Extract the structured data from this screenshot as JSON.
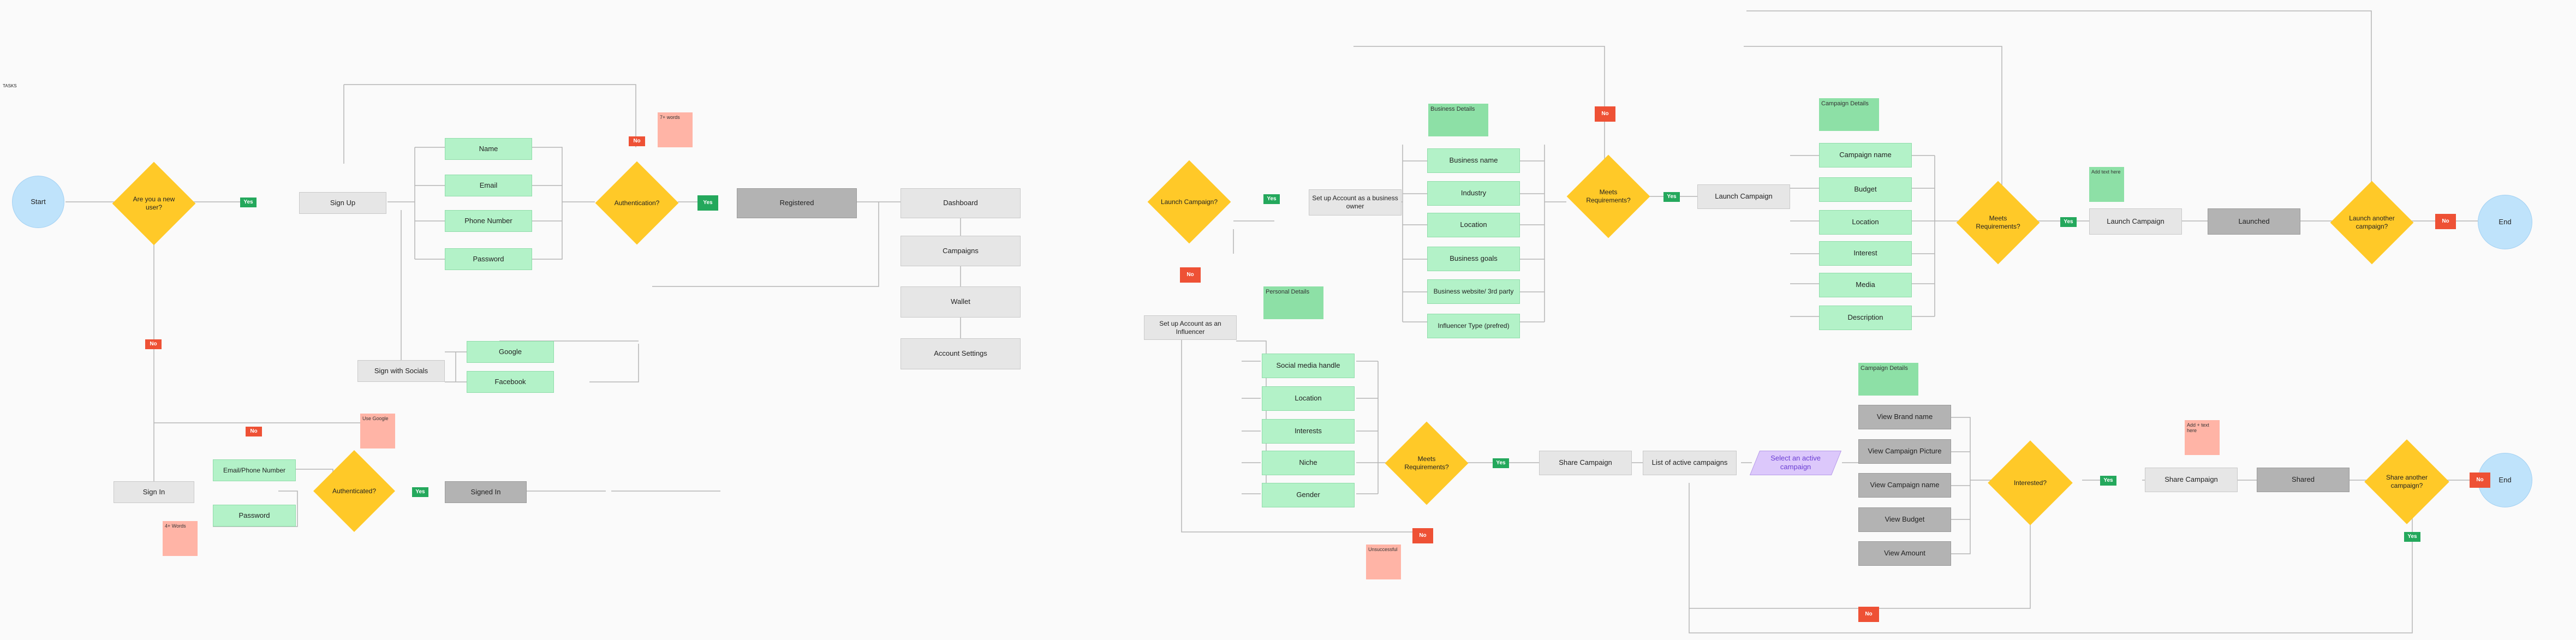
{
  "corner": {
    "label": "TASKS"
  },
  "terminals": {
    "start": "Start",
    "end1": "End",
    "end2": "End"
  },
  "decisions": {
    "new_user": "Are you a new user?",
    "auth1": "Authentication?",
    "auth2": "Authenticated?",
    "launch_campaign": "Launch Campaign?",
    "meets_req1": "Meets Requirements?",
    "meets_req2": "Meets Requirements?",
    "meets_req3": "Meets Requirements?",
    "launch_another": "Launch another campaign?",
    "interested": "Interested?",
    "share_another": "Share another campaign?"
  },
  "process": {
    "sign_up": "Sign Up",
    "sign_social": "Sign with Socials",
    "sign_in": "Sign In",
    "dashboard": "Dashboard",
    "campaigns": "Campaigns",
    "wallet": "Wallet",
    "account_settings": "Account Settings",
    "setup_business": "Set up Account as a business owner",
    "setup_influencer": "Set up Account as an Influencer",
    "launch_campaign_btn": "Launch Campaign",
    "launch_campaign_btn2": "Launch Campaign",
    "share_campaign1": "Share Campaign",
    "list_campaigns": "List of active campaigns",
    "share_campaign2": "Share Campaign"
  },
  "dark": {
    "registered": "Registered",
    "signed_in": "Signed In",
    "launched": "Launched",
    "view_brand": "View Brand name",
    "view_picture": "View Campaign Picture",
    "view_name": "View Campaign name",
    "view_budget": "View Budget",
    "view_amount": "View Amount",
    "shared": "Shared"
  },
  "signup_fields": [
    "Name",
    "Email",
    "Phone Number",
    "Password"
  ],
  "social_fields": [
    "Google",
    "Facebook"
  ],
  "signin_fields": [
    "Email/Phone Number",
    "Password"
  ],
  "business_fields": [
    "Business name",
    "Industry",
    "Location",
    "Business goals",
    "Business website/ 3rd party",
    "Influencer Type (prefred)"
  ],
  "influencer_fields": [
    "Social media handle",
    "Location",
    "Interests",
    "Niche",
    "Gender"
  ],
  "campaign_fields": [
    "Campaign name",
    "Budget",
    "Location",
    "Interest",
    "Media",
    "Description"
  ],
  "select_campaign": "Select an active campaign",
  "notes": {
    "business": "Business Details",
    "personal": "Personal Details",
    "campaign_details1": "Campaign Details",
    "campaign_details2": "Campaign Details",
    "p1": "7+ words",
    "p2": "Use Google",
    "p3": "4+ Words",
    "p4": "Unsuccessful",
    "p5": "Add + text here",
    "g1": "Add text here"
  },
  "tags": {
    "yes": "Yes",
    "no": "No"
  },
  "colors": {
    "decision": "#ffc928",
    "field": "#b3f2c8",
    "process": "#e6e6e6",
    "dark": "#b3b3b3",
    "yes": "#24a85c",
    "no": "#ee5135",
    "terminal": "#bfe3fb"
  }
}
